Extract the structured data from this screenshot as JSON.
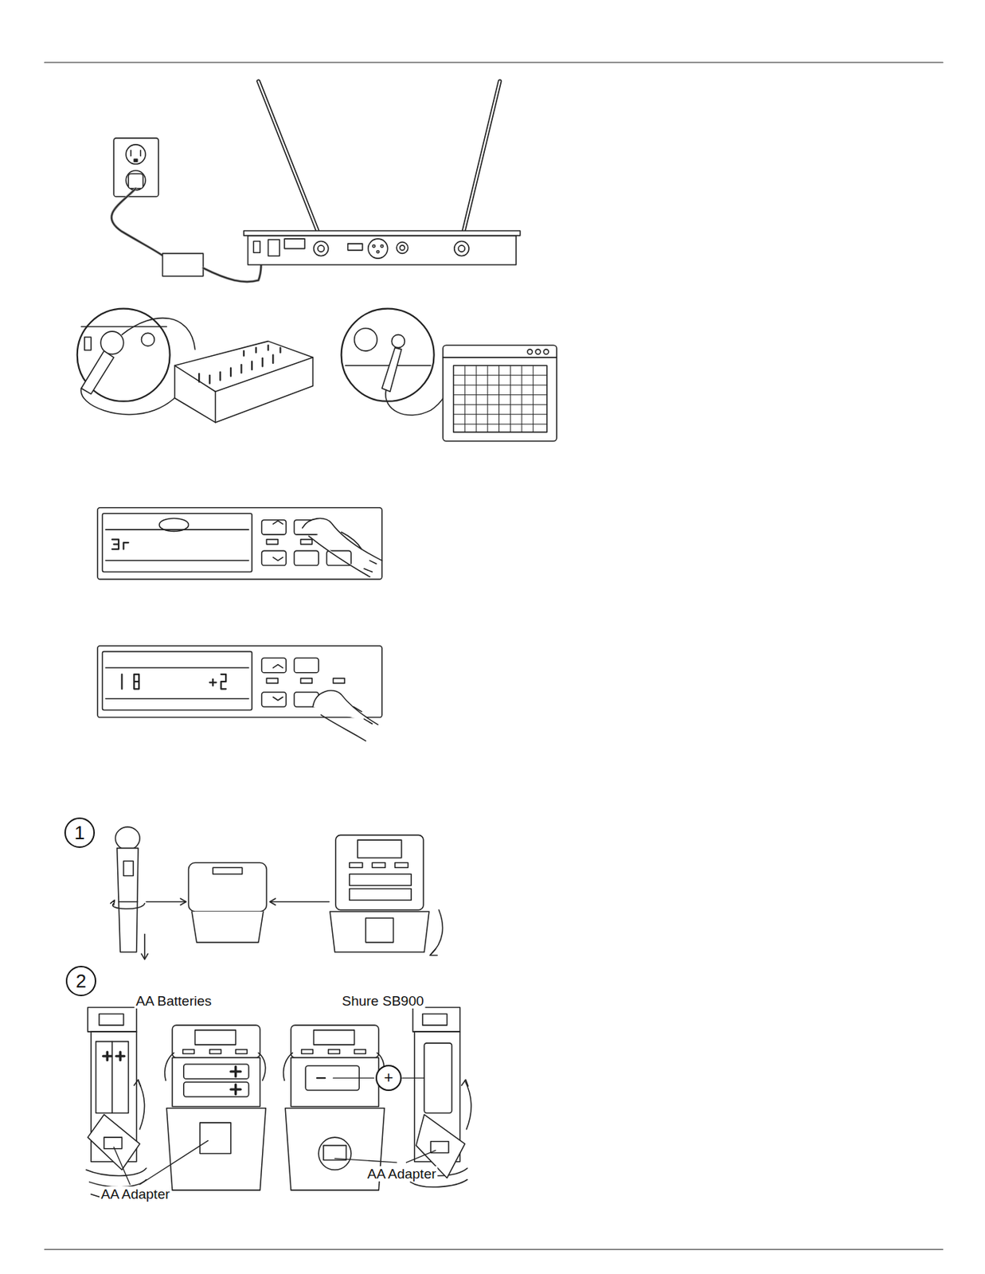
{
  "diagram": {
    "nodes": [
      {
        "text": [
          "1"
        ]
      },
      {
        "text": [
          "2"
        ]
      },
      {
        "text": [
          "+"
        ]
      }
    ],
    "labels": [
      "AA Batteries",
      "Shure SB900",
      "AA Adapter",
      "AA Adapter"
    ]
  }
}
